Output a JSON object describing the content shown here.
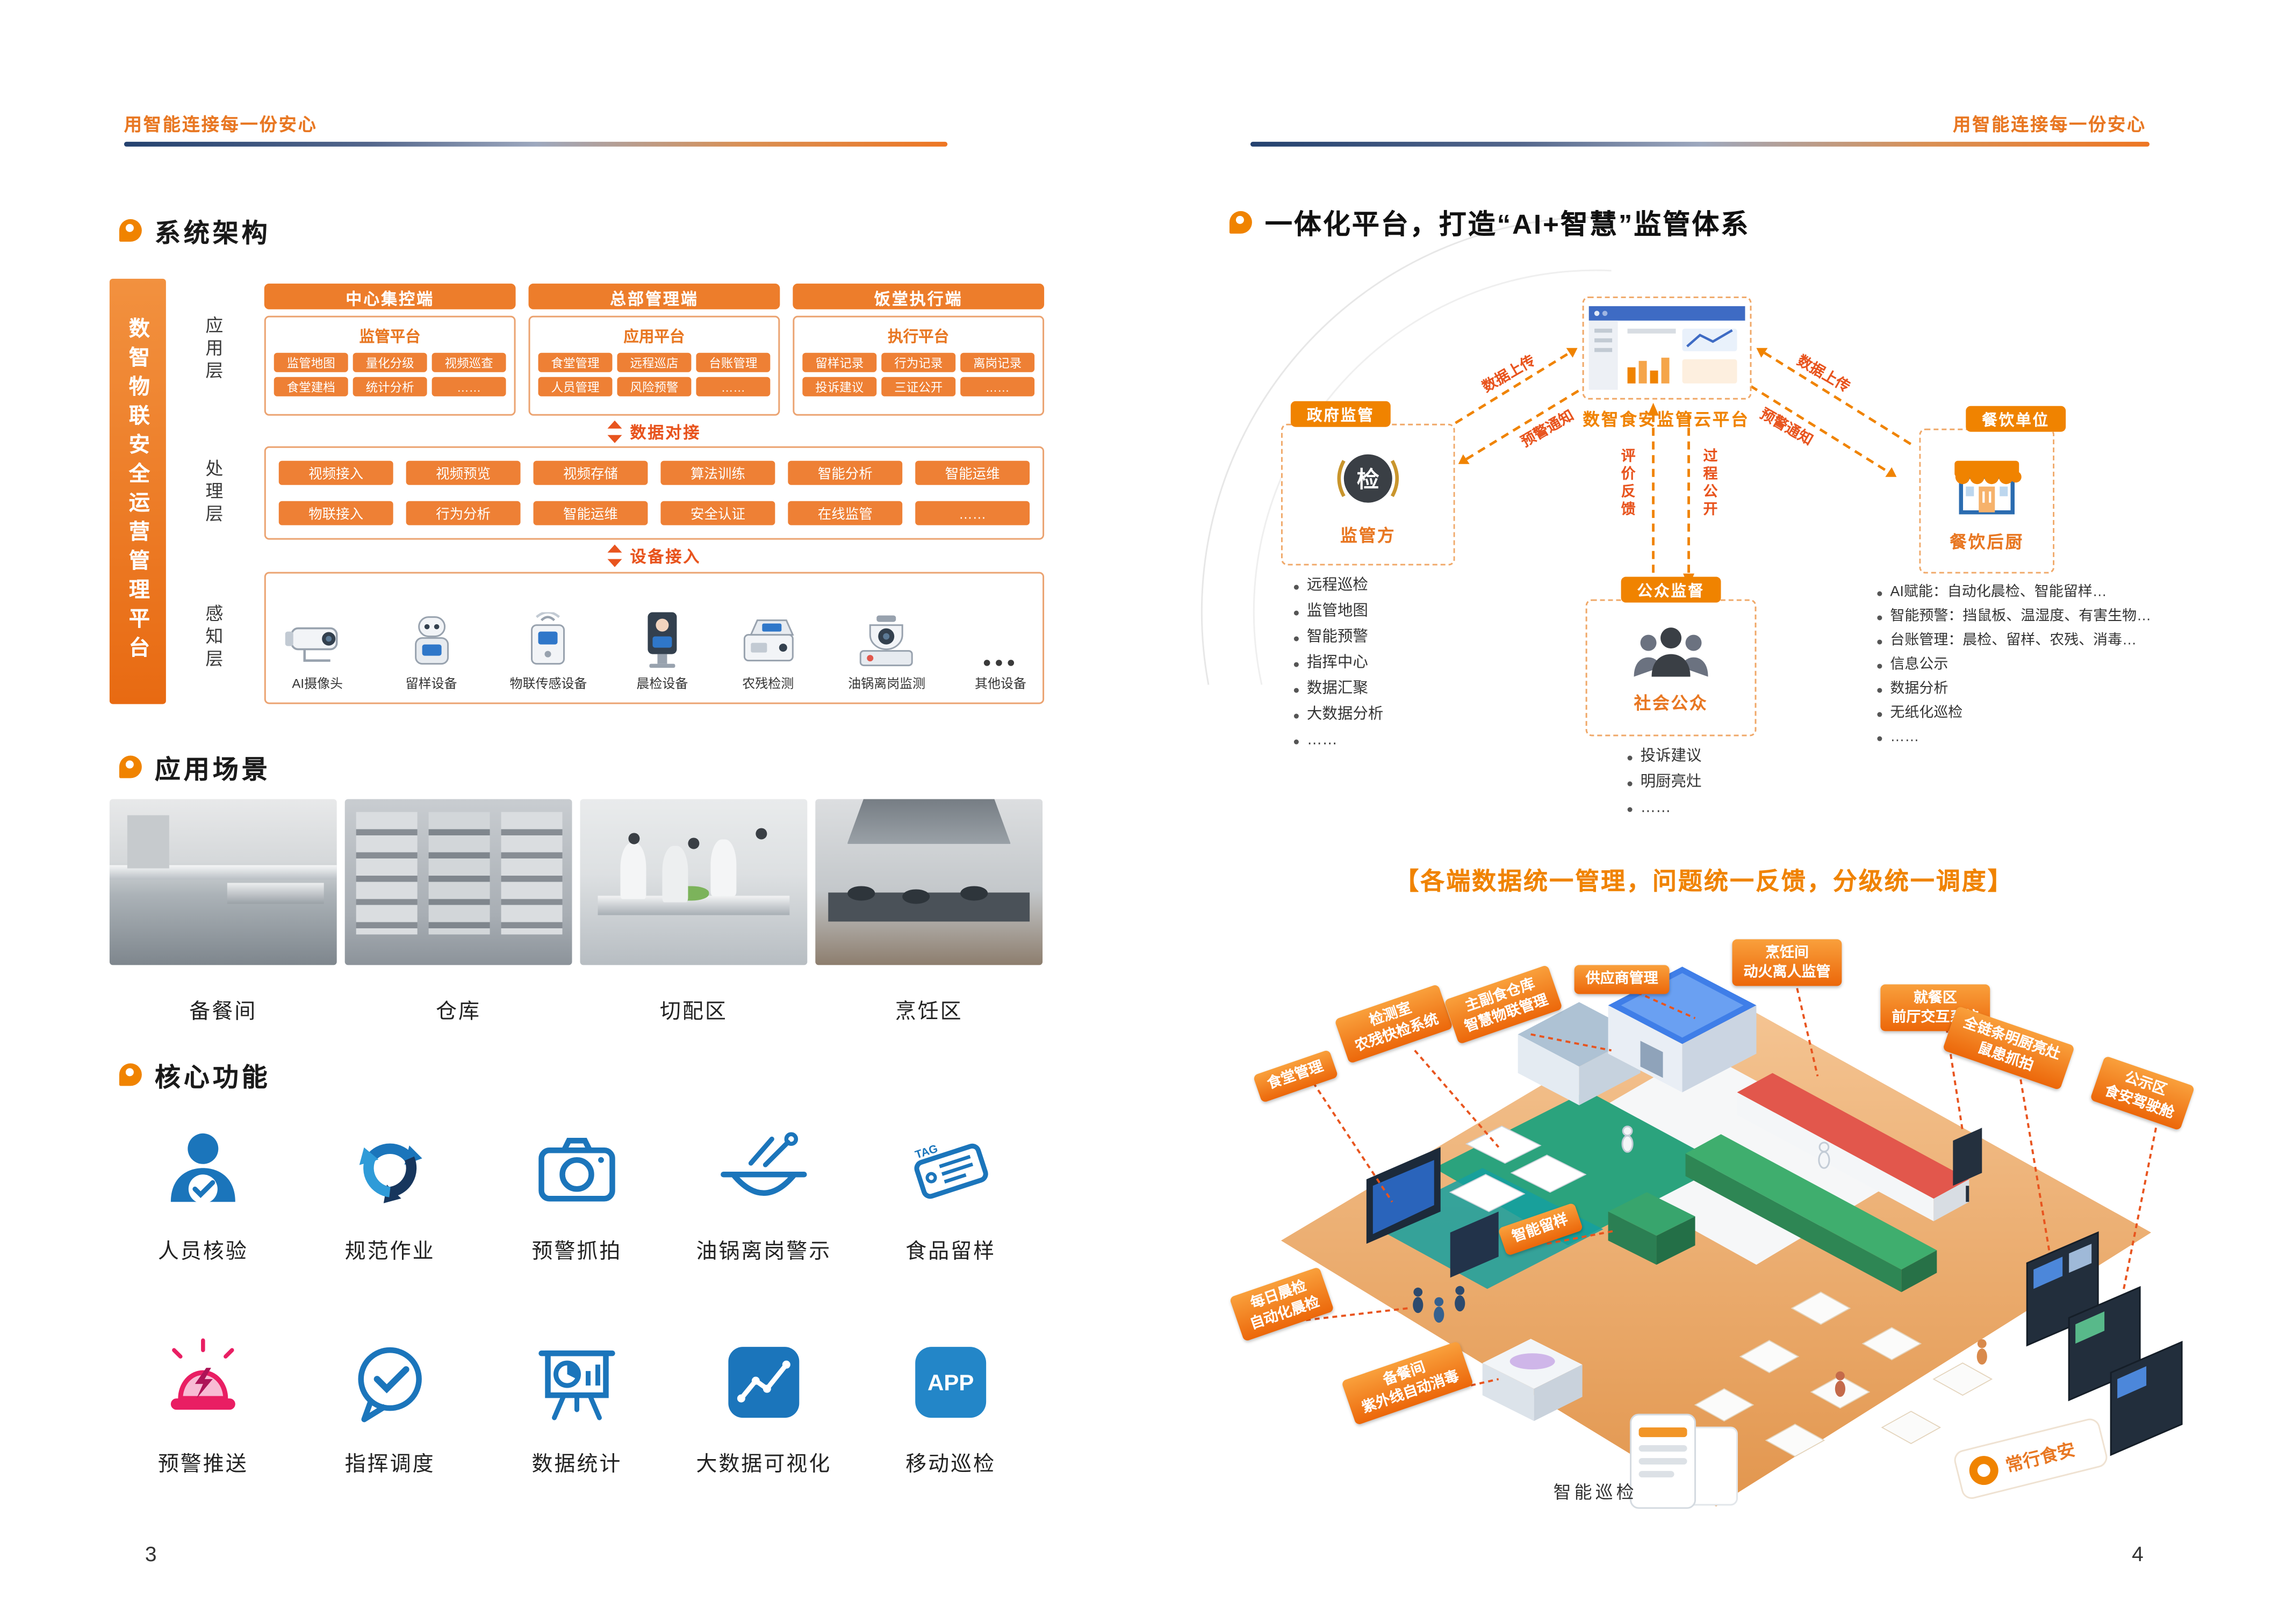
{
  "colors": {
    "accent": "#F08300",
    "orange_deep": "#E8541E",
    "navy": "#1F3864",
    "icon_blue": "#1B75BB"
  },
  "left": {
    "header": "用智能连接每一份安心",
    "page_number": "3",
    "arch": {
      "title": "系统架构",
      "platform_bar": "数智物联安全运营管理平台",
      "layers": [
        "应用层",
        "处理层",
        "感知层"
      ],
      "columns": [
        {
          "terminal": "中心集控端",
          "platform": "监管平台",
          "items": [
            "监管地图",
            "量化分级",
            "视频巡查",
            "食堂建档",
            "统计分析",
            "……"
          ]
        },
        {
          "terminal": "总部管理端",
          "platform": "应用平台",
          "items": [
            "食堂管理",
            "远程巡店",
            "台账管理",
            "人员管理",
            "风险预警",
            "……"
          ]
        },
        {
          "terminal": "饭堂执行端",
          "platform": "执行平台",
          "items": [
            "留样记录",
            "行为记录",
            "离岗记录",
            "投诉建议",
            "三证公开",
            "……"
          ]
        }
      ],
      "connector_data": "数据对接",
      "connector_device": "设备接入",
      "processing": [
        "视频接入",
        "视频预览",
        "视频存储",
        "算法训练",
        "智能分析",
        "智能运维",
        "物联接入",
        "行为分析",
        "智能运维",
        "安全认证",
        "在线监管",
        "……"
      ],
      "devices": [
        "AI摄像头",
        "留样设备",
        "物联传感设备",
        "晨检设备",
        "农残检测",
        "油锅离岗监测",
        "其他设备"
      ],
      "devices_more": "●●●"
    },
    "scenes": {
      "title": "应用场景",
      "labels": [
        "备餐间",
        "仓库",
        "切配区",
        "烹饪区"
      ]
    },
    "functions": {
      "title": "核心功能",
      "labels": [
        "人员核验",
        "规范作业",
        "预警抓拍",
        "油锅离岗警示",
        "食品留样",
        "预警推送",
        "指挥调度",
        "数据统计",
        "大数据可视化",
        "移动巡检"
      ],
      "app_text": "APP",
      "tag_text": "TAG"
    }
  },
  "right": {
    "header": "用智能连接每一份安心",
    "page_number": "4",
    "title": "一体化平台，打造“AI+智慧”监管体系",
    "cloud_label": "数智食安监管云平台",
    "government": {
      "tab": "政府监管",
      "badge": "检",
      "role": "监管方",
      "bullets": [
        "远程巡检",
        "监管地图",
        "智能预警",
        "指挥中心",
        "数据汇聚",
        "大数据分析",
        "……"
      ]
    },
    "catering": {
      "tab": "餐饮单位",
      "role": "餐饮后厨",
      "bullets": [
        "AI赋能：自动化晨检、智能留样…",
        "智能预警：挡鼠板、温湿度、有害生物…",
        "台账管理：晨检、留样、农残、消毒…",
        "信息公示",
        "数据分析",
        "无纸化巡检",
        "……"
      ]
    },
    "public": {
      "tab": "公众监督",
      "role": "社会公众",
      "bullets": [
        "投诉建议",
        "明厨亮灶",
        "……"
      ]
    },
    "flows": {
      "upload": "数据上传",
      "alert": "预警通知",
      "feedback": "评价反馈",
      "disclosure": "过程公开"
    },
    "slogan": "【各端数据统一管理，问题统一反馈，分级统一调度】",
    "scene": {
      "tags": [
        "食堂管理",
        "检测室\n农残快检系统",
        "主副食仓库\n智慧物联管理",
        "供应商管理",
        "烹饪间\n动火离人监管",
        "就餐区\n前厅交互系统",
        "全链条明厨亮灶\n鼠患抓拍",
        "公示区\n食安驾驶舱",
        "智能留样",
        "每日晨检\n自动化晨检",
        "备餐间\n紫外线自动消毒"
      ],
      "caption": "智能巡检",
      "brand": "常行食安"
    }
  }
}
